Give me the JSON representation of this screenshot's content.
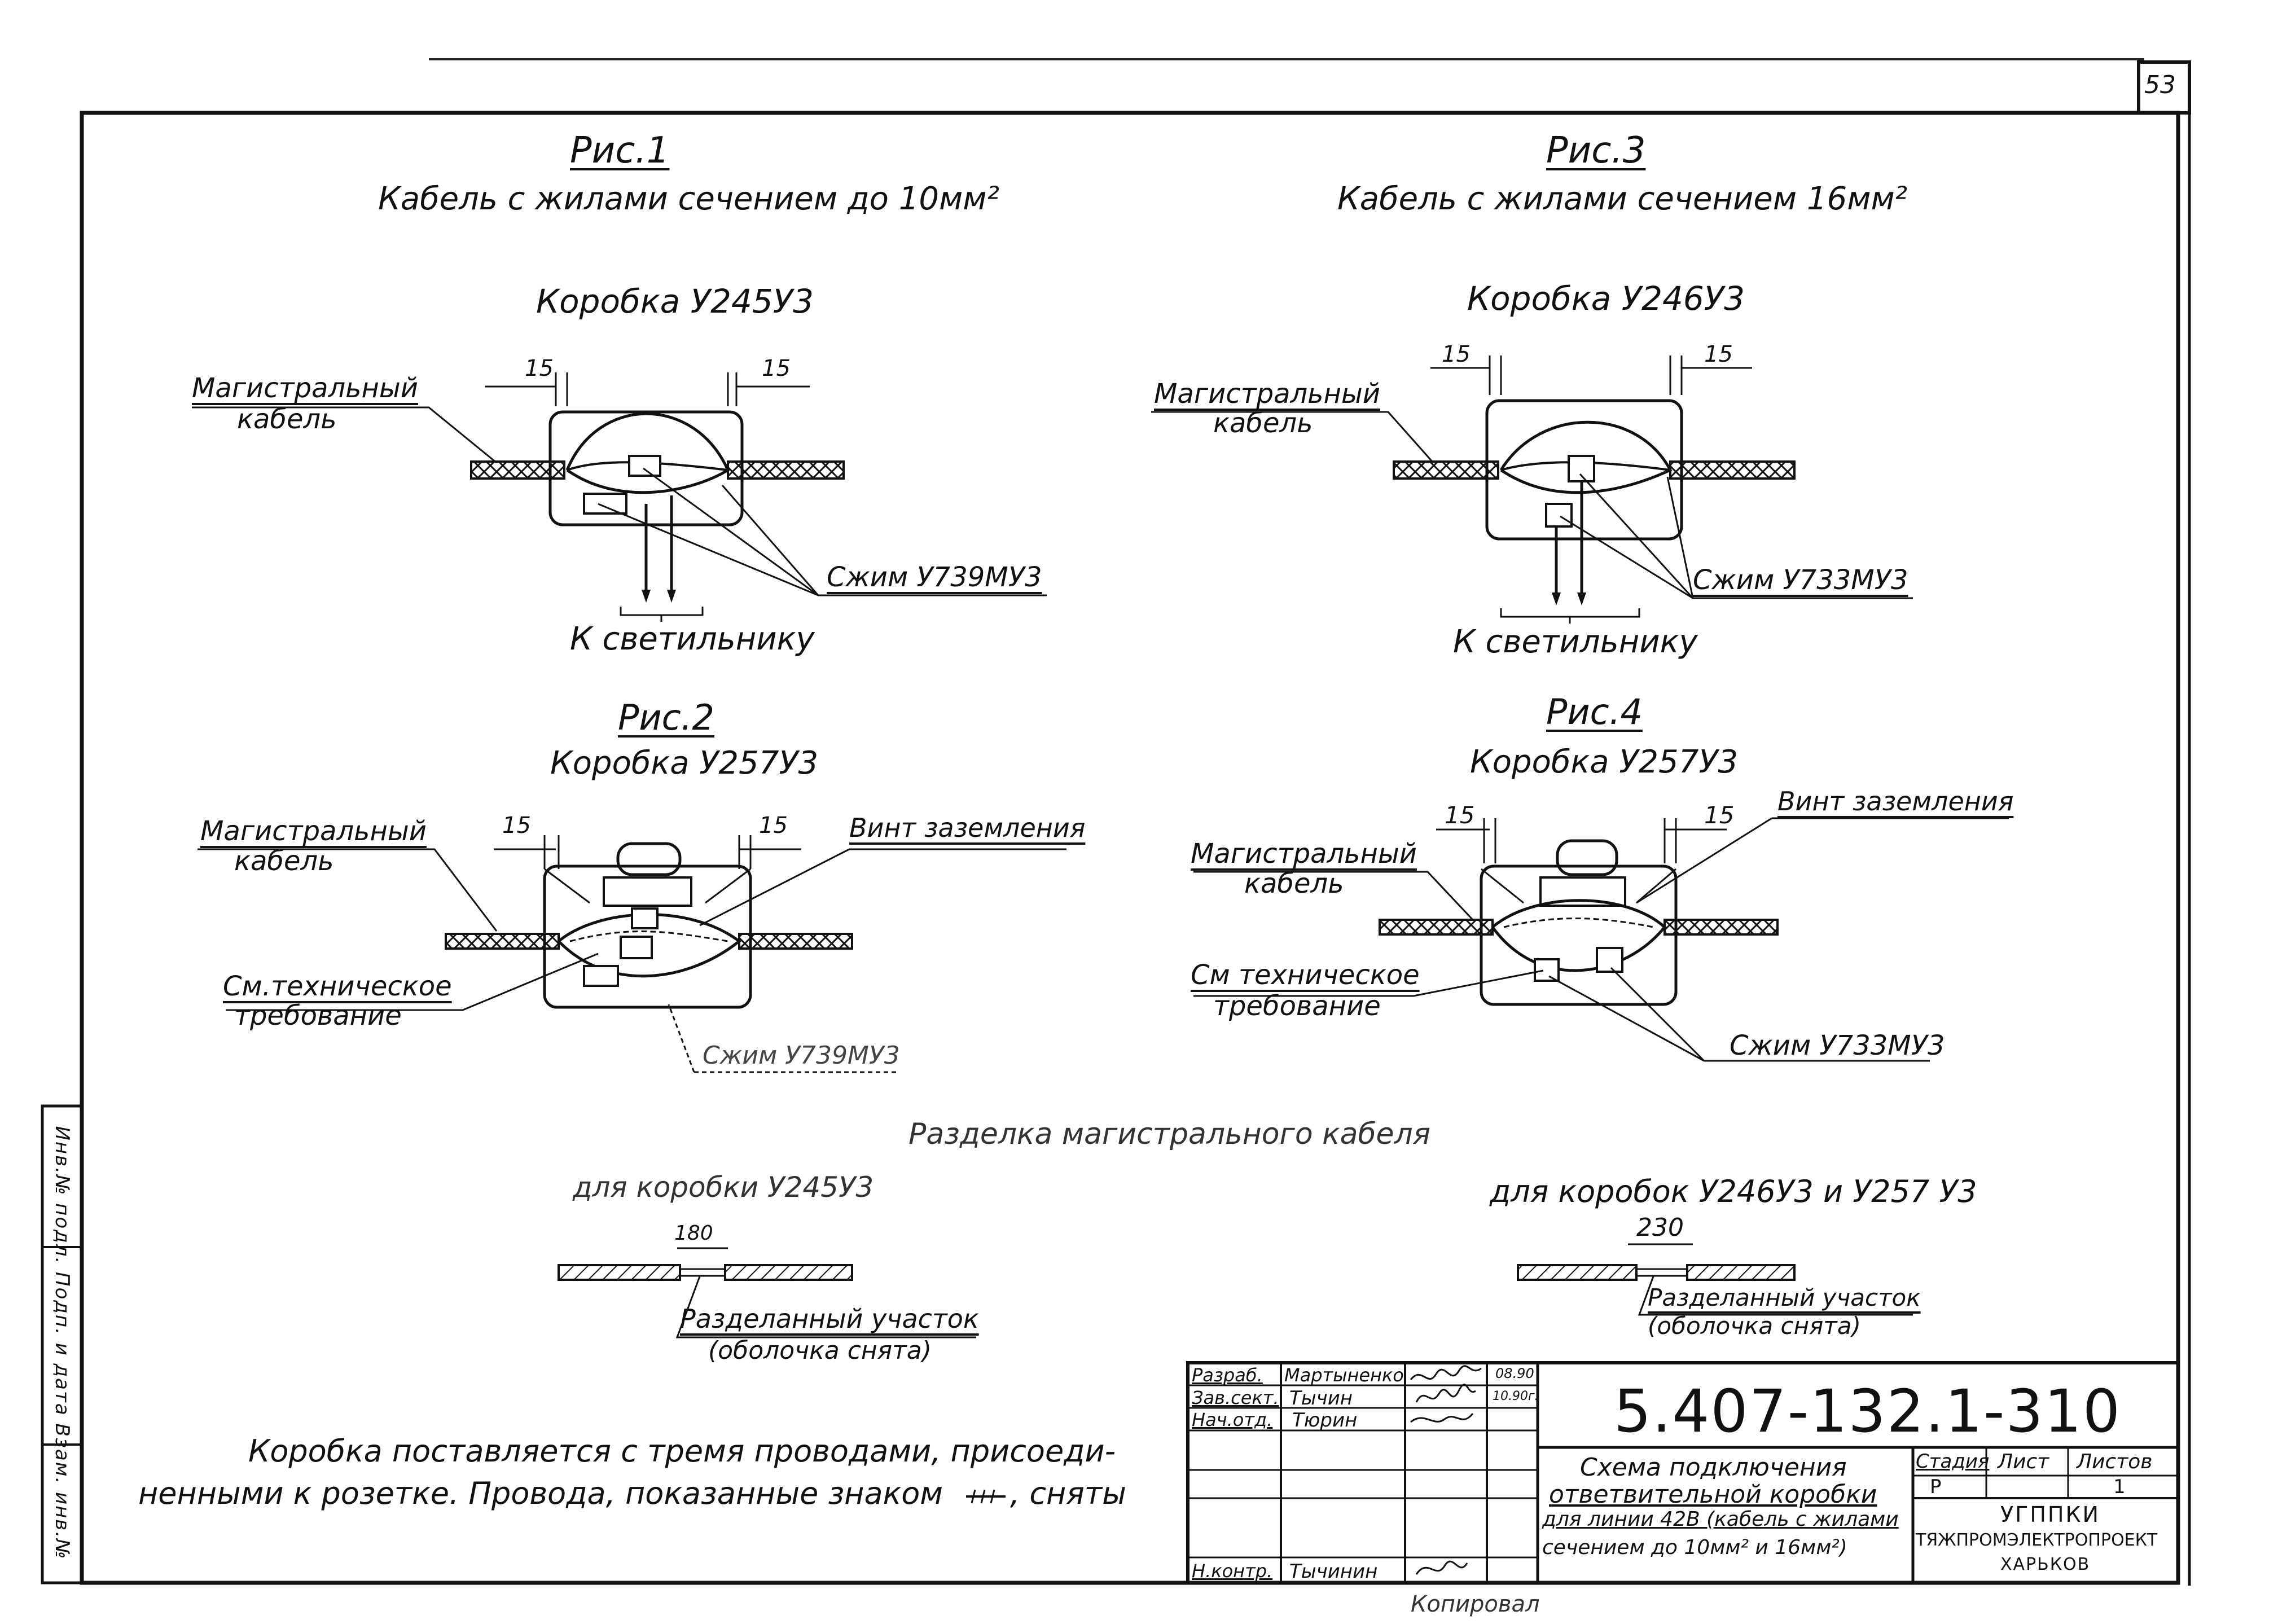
{
  "page": {
    "number": "53"
  },
  "fig1": {
    "title": "Рис.1",
    "subtitle": "Кабель с жилами сечением до 10мм²",
    "box": "Коробка У245У3",
    "dim_left": "15",
    "dim_right": "15",
    "cable_label_1": "Магистральный",
    "cable_label_2": "кабель",
    "clamp_label": "Сжим У739МУ3",
    "to_lamp": "К светильнику"
  },
  "fig3": {
    "title": "Рис.3",
    "subtitle": "Кабель с жилами сечением 16мм²",
    "box": "Коробка У246У3",
    "dim_left": "15",
    "dim_right": "15",
    "cable_label_1": "Магистральный",
    "cable_label_2": "кабель",
    "clamp_label": "Сжим У733МУ3",
    "to_lamp": "К светильнику"
  },
  "fig2": {
    "title": "Рис.2",
    "box": "Коробка У257У3",
    "dim_left": "15",
    "dim_right": "15",
    "cable_label_1": "Магистральный",
    "cable_label_2": "кабель",
    "ground_label": "Винт заземления",
    "tech_label_1": "См.техническое",
    "tech_label_2": "требование",
    "clamp_label": "Сжим У739МУ3"
  },
  "fig4": {
    "title": "Рис.4",
    "box": "Коробка У257У3",
    "dim_left": "15",
    "dim_right": "15",
    "cable_label_1": "Магистральный",
    "cable_label_2": "кабель",
    "ground_label": "Винт заземления",
    "tech_label_1": "См техническое",
    "tech_label_2": "требование",
    "clamp_label": "Сжим У733МУ3"
  },
  "cutting": {
    "title": "Разделка магистрального кабеля",
    "left_caption": "для коробки У245У3",
    "left_dim": "180",
    "right_caption": "для коробок У246У3 и У257 У3",
    "right_dim": "230",
    "section_label_1": "Разделанный участок",
    "section_label_2": "(оболочка снята)"
  },
  "note": {
    "line1": "Коробка поставляется с тремя проводами, присоеди-",
    "line2": "ненными к розетке. Провода, показанные знаком",
    "line2_end": ", сняты"
  },
  "side_stamp": "Инв.№ подл. Подп. и дата Взам. инв.№",
  "title_block": {
    "code": "5.407-132.1-310",
    "rows": [
      {
        "role": "Разраб.",
        "name": "Мартыненко",
        "sign": "",
        "date": "08.90"
      },
      {
        "role": "Зав.сект.",
        "name": "Тычин",
        "sign": "",
        "date": "10.90г."
      },
      {
        "role": "Нач.отд.",
        "name": "Тюрин",
        "sign": "",
        "date": ""
      },
      {
        "role": "",
        "name": "",
        "sign": "",
        "date": ""
      },
      {
        "role": "",
        "name": "",
        "sign": "",
        "date": ""
      },
      {
        "role": "",
        "name": "",
        "sign": "",
        "date": ""
      },
      {
        "role": "Н.контр.",
        "name": "Тычинин",
        "sign": "",
        "date": ""
      }
    ],
    "description_1": "Схема подключения",
    "description_2": "ответвительной коробки",
    "description_3": "для линии 42В (кабель с жилами",
    "description_4": "сечением до 10мм² и 16мм²)",
    "stage_header": "Стадия",
    "sheet_header": "Лист",
    "sheets_header": "Листов",
    "stage": "Р",
    "sheet": "",
    "sheets": "1",
    "org_1": "УГППКИ",
    "org_2": "ТЯЖПРОМЭЛЕКТРОПРОЕКТ",
    "org_3": "ХАРЬКОВ",
    "copied": "Копировал"
  }
}
